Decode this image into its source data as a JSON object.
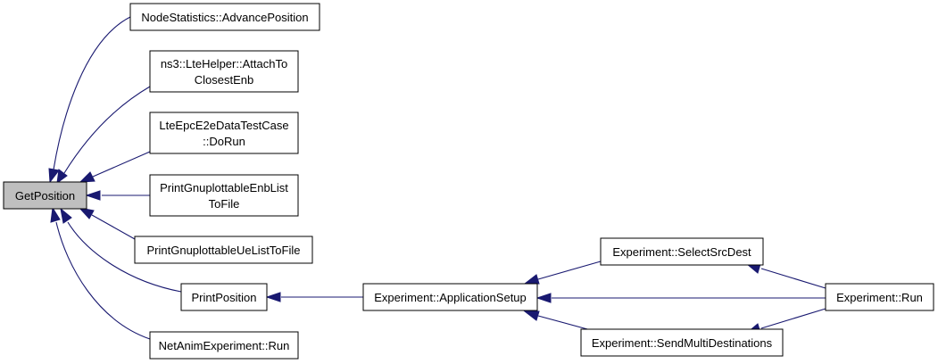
{
  "graph": {
    "root": {
      "lines": [
        "GetPosition"
      ]
    },
    "callers": [
      {
        "lines": [
          "NodeStatistics::AdvancePosition"
        ]
      },
      {
        "lines": [
          "ns3::LteHelper::AttachTo",
          "ClosestEnb"
        ]
      },
      {
        "lines": [
          "LteEpcE2eDataTestCase",
          "::DoRun"
        ]
      },
      {
        "lines": [
          "PrintGnuplottableEnbList",
          "ToFile"
        ]
      },
      {
        "lines": [
          "PrintGnuplottableUeListToFile"
        ]
      },
      {
        "lines": [
          "PrintPosition"
        ]
      },
      {
        "lines": [
          "NetAnimExperiment::Run"
        ]
      }
    ],
    "experiment": {
      "application_setup": {
        "lines": [
          "Experiment::ApplicationSetup"
        ]
      },
      "select_src_dest": {
        "lines": [
          "Experiment::SelectSrcDest"
        ]
      },
      "send_multi_destinations": {
        "lines": [
          "Experiment::SendMultiDestinations"
        ]
      },
      "run": {
        "lines": [
          "Experiment::Run"
        ]
      }
    }
  },
  "colors": {
    "edge": "#191970",
    "root_fill": "#bfbfbf",
    "node_fill": "#ffffff",
    "border": "#000000"
  }
}
